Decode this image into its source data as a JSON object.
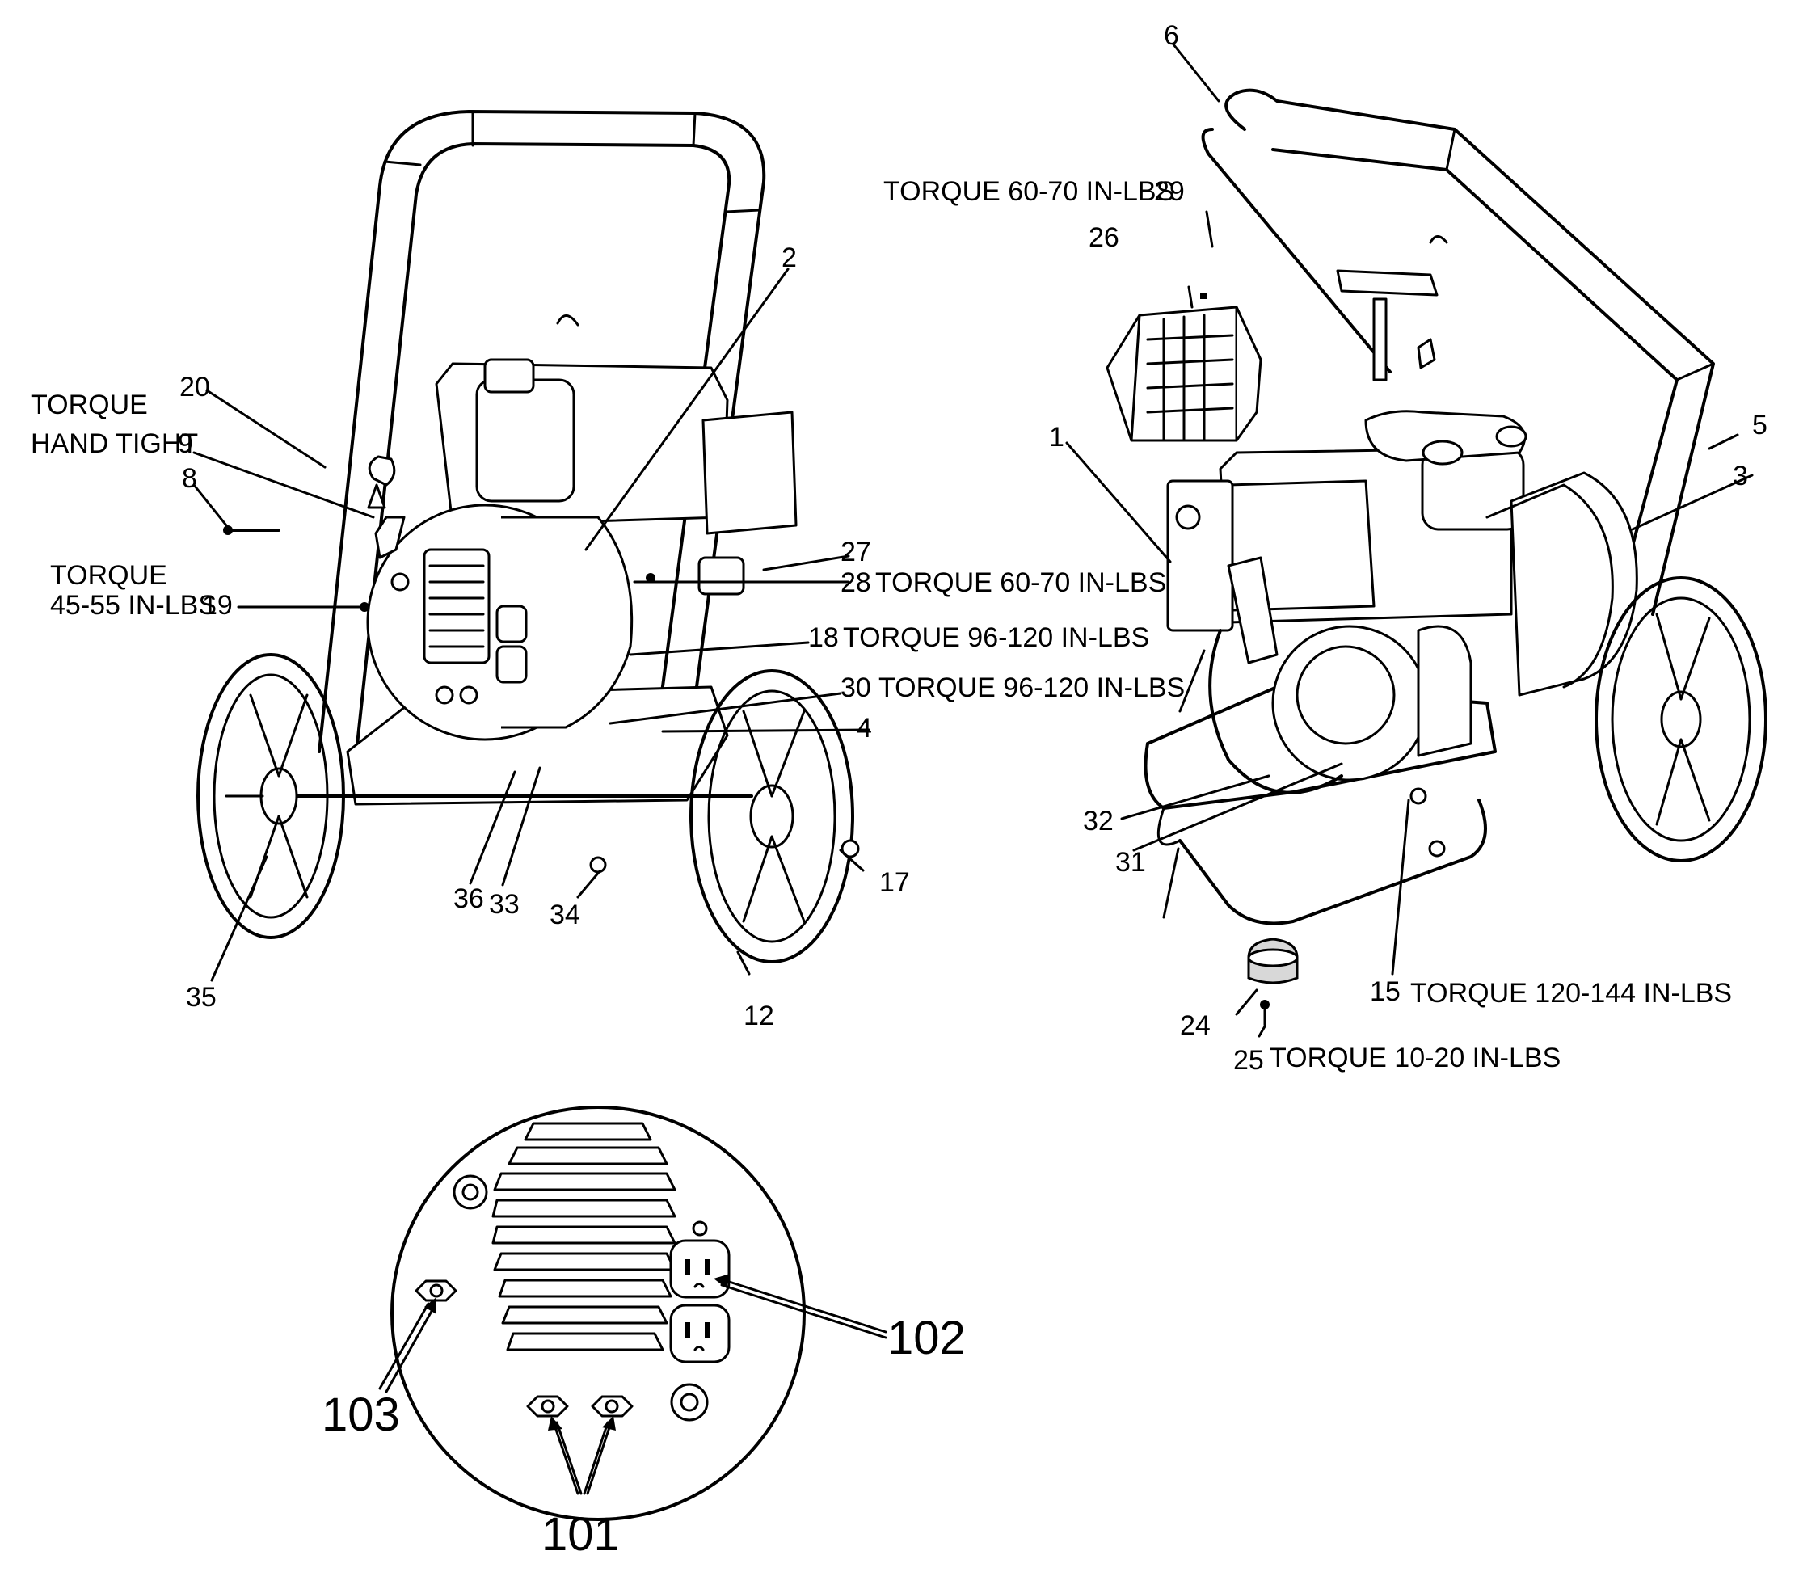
{
  "callouts": {
    "c1": "1",
    "c2": "2",
    "c3": "3",
    "c4": "4",
    "c5": "5",
    "c6": "6",
    "c8": "8",
    "c9": "9",
    "c12": "12",
    "c15": "15",
    "c17": "17",
    "c18": "18",
    "c19": "19",
    "c20": "20",
    "c24": "24",
    "c25": "25",
    "c26": "26",
    "c27": "27",
    "c28": "28",
    "c29": "29",
    "c30": "30",
    "c31": "31",
    "c32": "32",
    "c33": "33",
    "c34": "34",
    "c35": "35",
    "c36": "36",
    "c101": "101",
    "c102": "102",
    "c103": "103"
  },
  "torque": {
    "t29": "TORQUE 60-70 IN-LBS",
    "t9_line1": "TORQUE",
    "t9_line2": "HAND TIGHT",
    "t19_line1": "TORQUE",
    "t19_line2": "45-55 IN-LBS",
    "t28": "TORQUE 60-70 IN-LBS",
    "t18": "TORQUE 96-120 IN-LBS",
    "t30": "TORQUE 96-120 IN-LBS",
    "t15": "TORQUE 120-144 IN-LBS",
    "t25": "TORQUE 10-20 IN-LBS"
  }
}
